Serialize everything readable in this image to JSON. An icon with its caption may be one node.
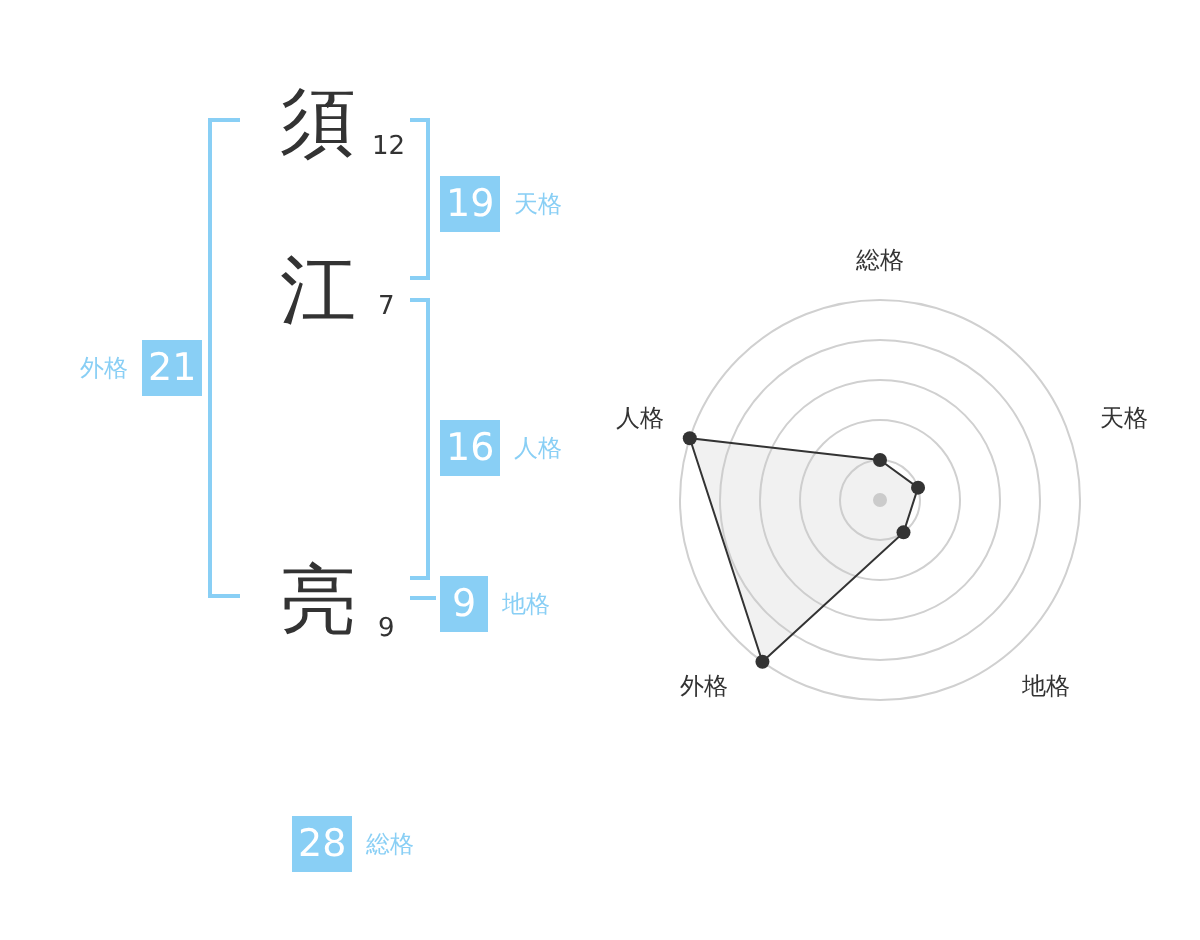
{
  "diagram": {
    "nodes": [
      {
        "text": [
          "19"
        ],
        "beside": [
          "天格"
        ]
      },
      {
        "text": [
          "21"
        ],
        "beside": [
          "外格"
        ]
      },
      {
        "text": [
          "16"
        ],
        "beside": [
          "人格"
        ]
      },
      {
        "text": [
          "9"
        ],
        "beside": [
          "地格"
        ]
      },
      {
        "text": [
          "28"
        ],
        "beside": [
          "総格"
        ]
      }
    ],
    "labels": [
      "須",
      "12",
      "江",
      "7",
      "亮",
      "9",
      "総格",
      "人格",
      "天格",
      "外格",
      "地格"
    ]
  }
}
